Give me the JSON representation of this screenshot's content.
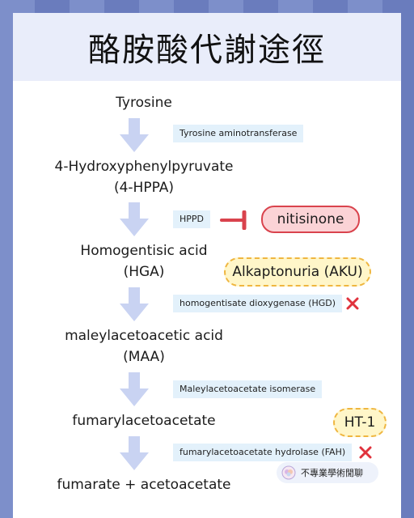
{
  "title": "酪胺酸代謝途徑",
  "metabolites": [
    {
      "lines": [
        "Tyrosine"
      ]
    },
    {
      "lines": [
        "4-Hydroxyphenylpyruvate",
        "(4-HPPA)"
      ]
    },
    {
      "lines": [
        "Homogentisic acid",
        "(HGA)"
      ]
    },
    {
      "lines": [
        "maleylacetoacetic acid",
        "(MAA)"
      ]
    },
    {
      "lines": [
        "fumarylacetoacetate"
      ]
    },
    {
      "lines": [
        "fumarate + acetoacetate"
      ]
    }
  ],
  "enzymes": [
    {
      "label": "Tyrosine aminotransferase",
      "blocked": false
    },
    {
      "label": "HPPD",
      "blocked": false
    },
    {
      "label": "homogentisate dioxygenase (HGD)",
      "blocked": true
    },
    {
      "label": "Maleylacetoacetate isomerase",
      "blocked": false
    },
    {
      "label": "fumarylacetoacetate hydrolase (FAH)",
      "blocked": true
    }
  ],
  "drug": {
    "label": "nitisinone"
  },
  "diseases": [
    {
      "label": "Alkaptonuria (AKU)"
    },
    {
      "label": "HT-1"
    }
  ],
  "badge": {
    "text": "不專業學術閒聊"
  },
  "colors": {
    "arrow": "#c9d3f2",
    "enzyme_bg": "#e3f1fb",
    "block_x": "#e0323c",
    "inhibitor": "#d9434d",
    "drug_bg": "#fbd3d6",
    "disease_bg": "#fff6c9",
    "disease_border": "#efb640",
    "header_bg": "#e9edfa"
  }
}
